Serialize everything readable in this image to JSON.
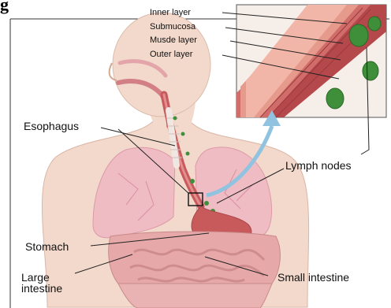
{
  "heading": "g",
  "labels": {
    "inner_layer": "Inner layer",
    "submucosa": "Submucosa",
    "muscle_layer": "Musde layer",
    "outer_layer": "Outer layer",
    "esophagus": "Esophagus",
    "lymph_nodes": "Lymph nodes",
    "stomach": "Stomach",
    "large_intestine_1": "Large",
    "large_intestine_2": "intestine",
    "small_intestine": "Small intestine"
  },
  "colors": {
    "skin": "#f2d9cc",
    "skin_shade": "#e8c4b4",
    "lung": "#efbcc4",
    "organ_red": "#c85a5c",
    "intestine": "#e6a8a8",
    "lymph_green": "#3f8f3a",
    "arrow_blue": "#8fc3e0",
    "label_line": "#222222"
  }
}
